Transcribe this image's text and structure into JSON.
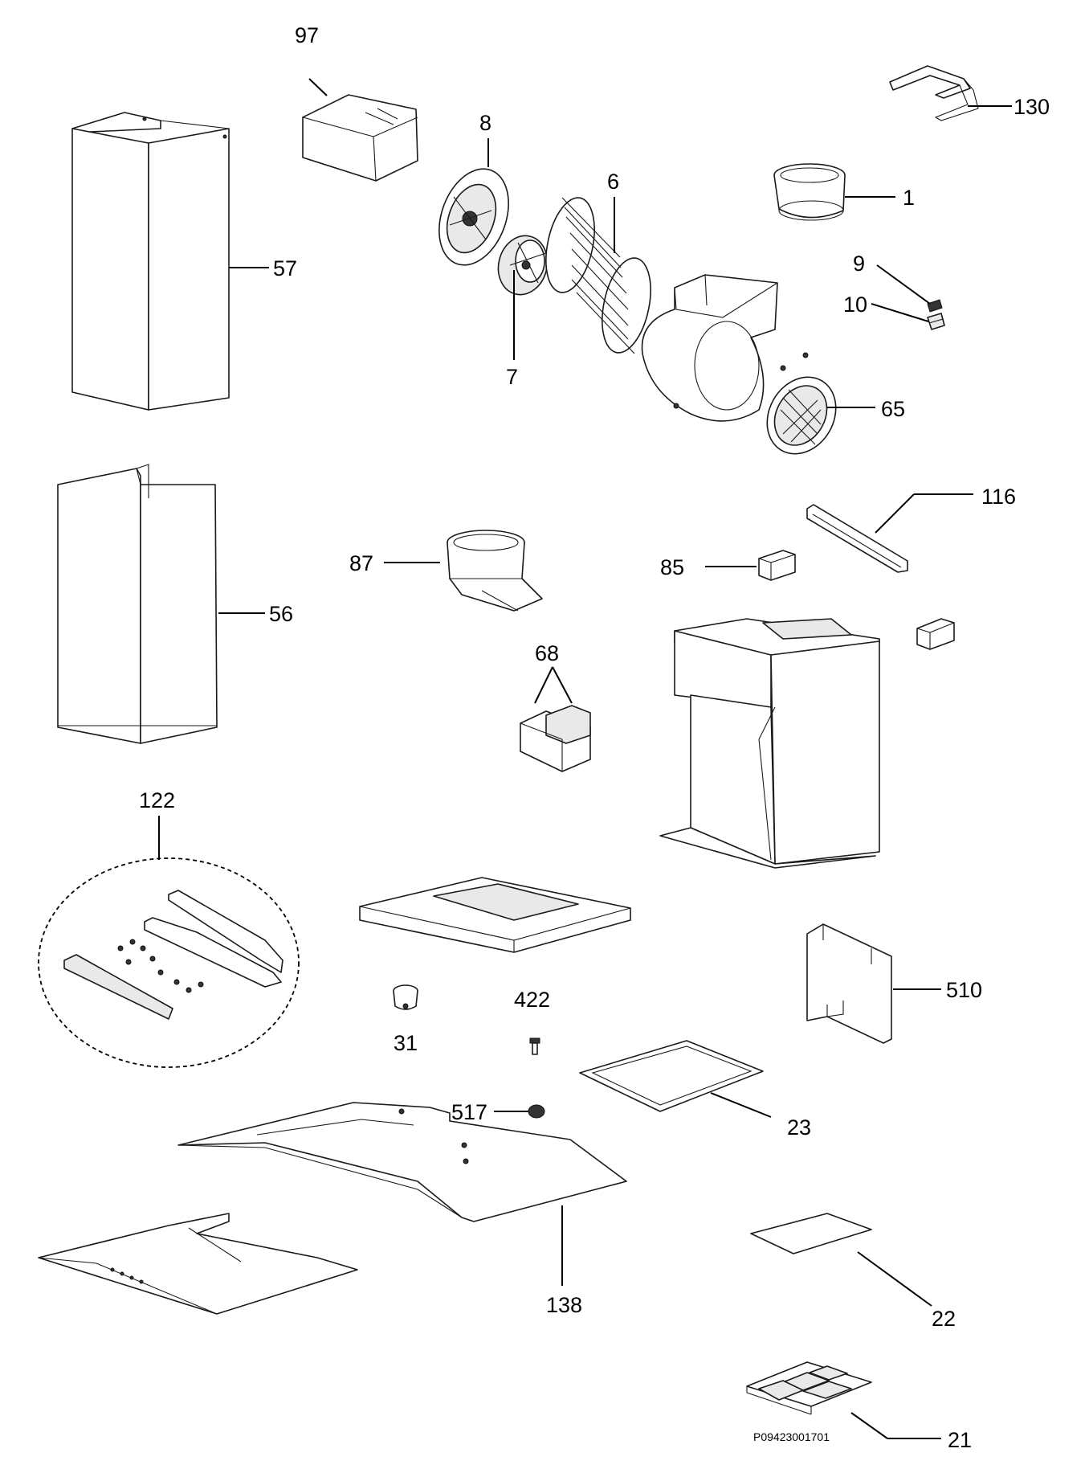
{
  "labels": {
    "p97": "97",
    "p8": "8",
    "p6": "6",
    "p130": "130",
    "p1": "1",
    "p57": "57",
    "p9": "9",
    "p10": "10",
    "p7": "7",
    "p65": "65",
    "p116": "116",
    "p87": "87",
    "p85": "85",
    "p56": "56",
    "p68": "68",
    "p122": "122",
    "p510": "510",
    "p422": "422",
    "p31": "31",
    "p517": "517",
    "p23": "23",
    "p138": "138",
    "p22": "22",
    "p21": "21"
  },
  "drawing_code": "P09423001701"
}
